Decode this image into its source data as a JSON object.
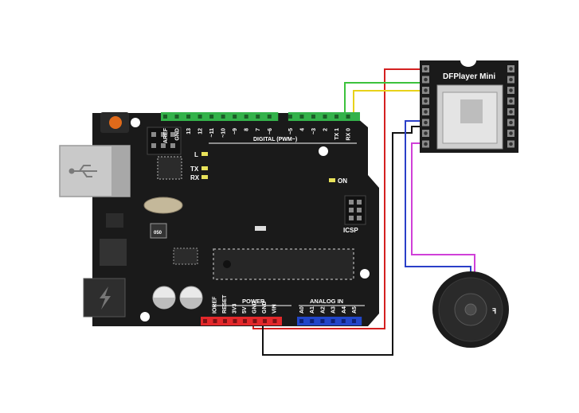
{
  "diagram": {
    "module_title": "DFPlayer Mini",
    "digital_header": "DIGITAL (PWM~)",
    "power_header": "POWER",
    "analog_header": "ANALOG IN",
    "icsp": "ICSP",
    "on_led": "ON",
    "l_led": "L",
    "tx_led": "TX",
    "rx_led": "RX",
    "top_pins": [
      "AREF",
      "GND",
      "13",
      "12",
      "~11",
      "~10",
      "~9",
      "8",
      "7",
      "~6",
      "~5",
      "4",
      "~3",
      "2",
      "TX 1",
      "RX 0"
    ],
    "power_pins": [
      "IOREF",
      "RESET",
      "3V3",
      "5V",
      "GND",
      "GND",
      "VIN"
    ],
    "analog_pins": [
      "A0",
      "A1",
      "A2",
      "A3",
      "A4",
      "A5"
    ],
    "chip_mark": "050",
    "speaker_mark": "ꟻ",
    "colors": {
      "board": "#1a1a1a",
      "header_green": "#33b24a",
      "header_red": "#e3282b",
      "header_blue": "#2246c9",
      "wire_red": "#d42020",
      "wire_green": "#3cc23c",
      "wire_yellow": "#e8d21a",
      "wire_blue": "#2a3fc8",
      "wire_magenta": "#d040d8",
      "wire_black": "#111111"
    }
  }
}
